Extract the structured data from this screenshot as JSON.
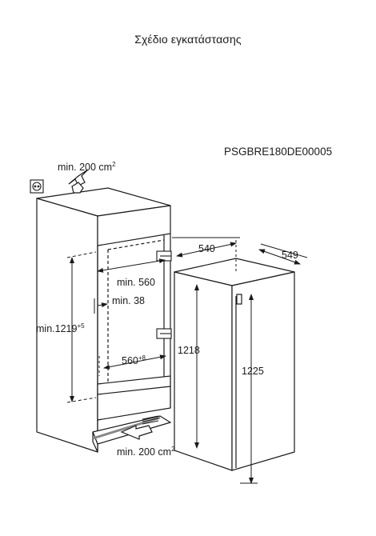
{
  "title": "Σχέδιο εγκατάστασης",
  "model_code": "PSGBRE180DE00005",
  "labels": {
    "vent_top": "min. 200 cm",
    "vent_top_unit_exp": "2",
    "vent_bottom": "min. 200 cm",
    "vent_bottom_unit_exp": "2",
    "niche_height": "min.1219",
    "niche_height_tol": "+5",
    "niche_width": "560",
    "niche_width_tol": "+8",
    "min_depth": "min. 560",
    "min_gap": "min. 38",
    "appliance_width": "540",
    "appliance_depth": "549",
    "appliance_height": "1218",
    "door_height": "1225"
  },
  "icons": [
    "socket-icon",
    "airflow-up-arrow-icon",
    "airflow-in-arrow-icon",
    "door-hinge-icon"
  ]
}
